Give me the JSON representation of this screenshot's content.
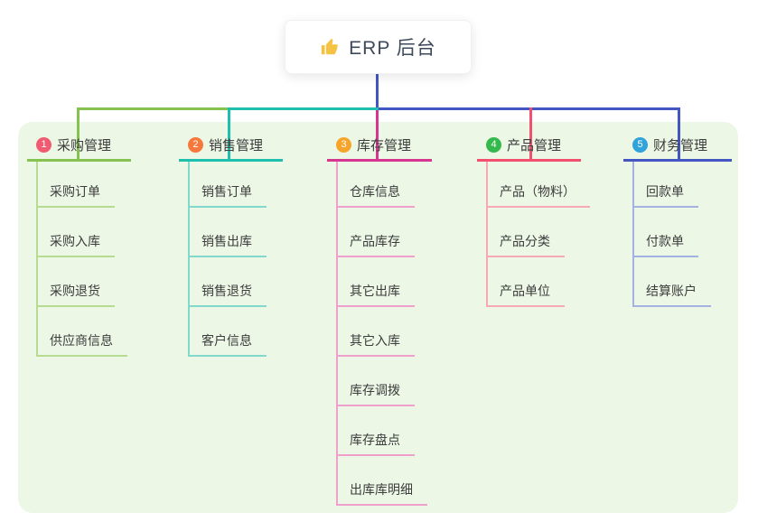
{
  "root": {
    "icon": "thumbs-up",
    "label": "ERP 后台",
    "line_color": "#4356c2"
  },
  "canvas": {
    "background": "#ffffff",
    "panel_background": "#ecf7e6"
  },
  "branches": [
    {
      "number": "1",
      "label": "采购管理",
      "color": "#85c250",
      "light_color": "#b5dc91",
      "badge_color": "#f05b72",
      "items": [
        "采购订单",
        "采购入库",
        "采购退货",
        "供应商信息"
      ]
    },
    {
      "number": "2",
      "label": "销售管理",
      "color": "#1fbfad",
      "light_color": "#82d8cd",
      "badge_color": "#f6793b",
      "items": [
        "销售订单",
        "销售出库",
        "销售退货",
        "客户信息"
      ]
    },
    {
      "number": "3",
      "label": "库存管理",
      "color": "#d6368f",
      "light_color": "#efa0cc",
      "badge_color": "#f7a42a",
      "items": [
        "仓库信息",
        "产品库存",
        "其它出库",
        "其它入库",
        "库存调拨",
        "库存盘点",
        "出库库明细"
      ]
    },
    {
      "number": "4",
      "label": "产品管理",
      "color": "#f2506e",
      "light_color": "#f6a8b3",
      "badge_color": "#33b94c",
      "items": [
        "产品（物料）",
        "产品分类",
        "产品单位"
      ]
    },
    {
      "number": "5",
      "label": "财务管理",
      "color": "#4356c2",
      "light_color": "#a4b2e2",
      "badge_color": "#30a3dc",
      "items": [
        "回款单",
        "付款单",
        "结算账户"
      ]
    }
  ]
}
